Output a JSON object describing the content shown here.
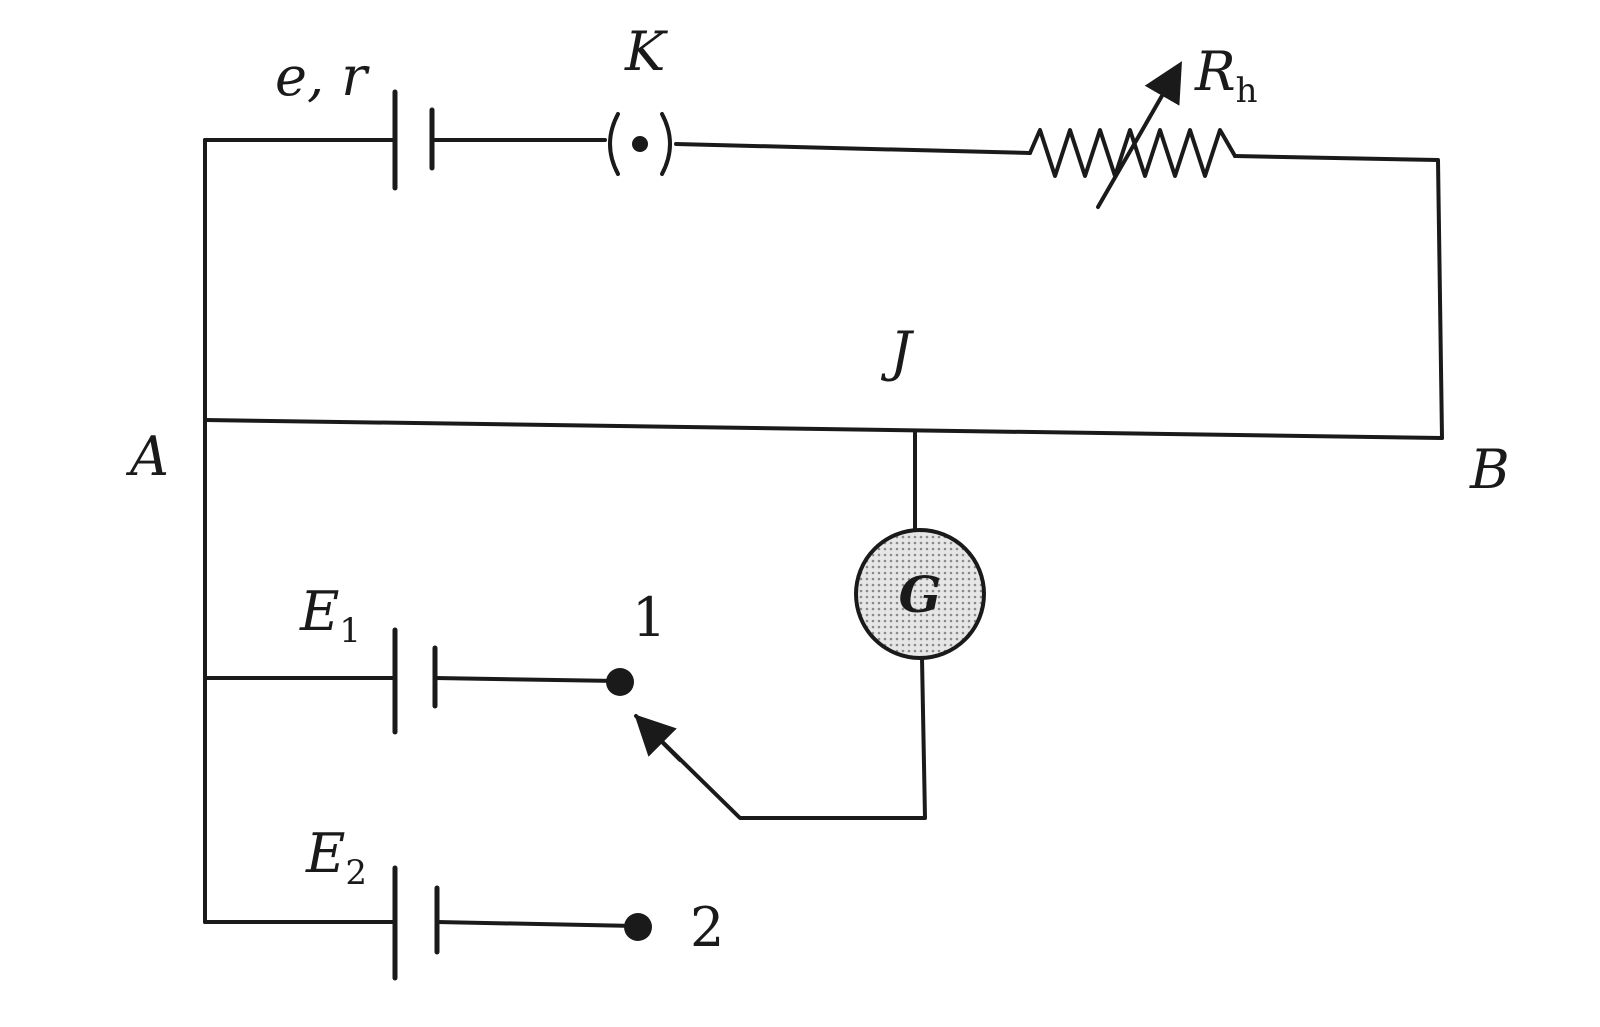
{
  "labels": {
    "driver_cell": "e, r",
    "key": "K",
    "rheostat_main": "R",
    "rheostat_sub": "h",
    "jockey": "J",
    "end_a": "A",
    "end_b": "B",
    "galvanometer": "G",
    "cell1_main": "E",
    "cell1_sub": "1",
    "cell2_main": "E",
    "cell2_sub": "2",
    "terminal1": "1",
    "terminal2": "2"
  }
}
